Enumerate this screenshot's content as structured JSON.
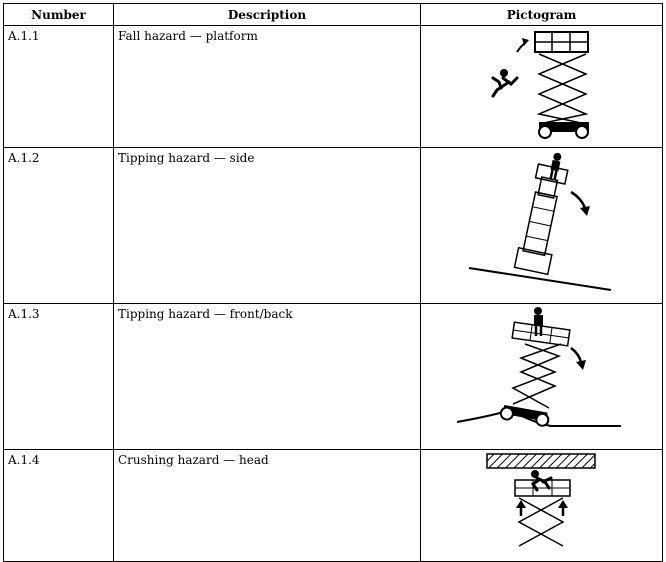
{
  "table": {
    "headers": {
      "number": "Number",
      "description": "Description",
      "pictogram": "Pictogram"
    },
    "rows": [
      {
        "number": "A.1.1",
        "description": "Fall hazard — platform",
        "pictogram_icon": "fall-from-platform-icon"
      },
      {
        "number": "A.1.2",
        "description": "Tipping hazard — side",
        "pictogram_icon": "side-tipping-icon"
      },
      {
        "number": "A.1.3",
        "description": "Tipping hazard — front/back",
        "pictogram_icon": "front-back-tipping-icon"
      },
      {
        "number": "A.1.4",
        "description": "Crushing hazard — head",
        "pictogram_icon": "head-crushing-icon"
      }
    ]
  },
  "colors": {
    "line": "#000000",
    "background": "#ffffff"
  }
}
